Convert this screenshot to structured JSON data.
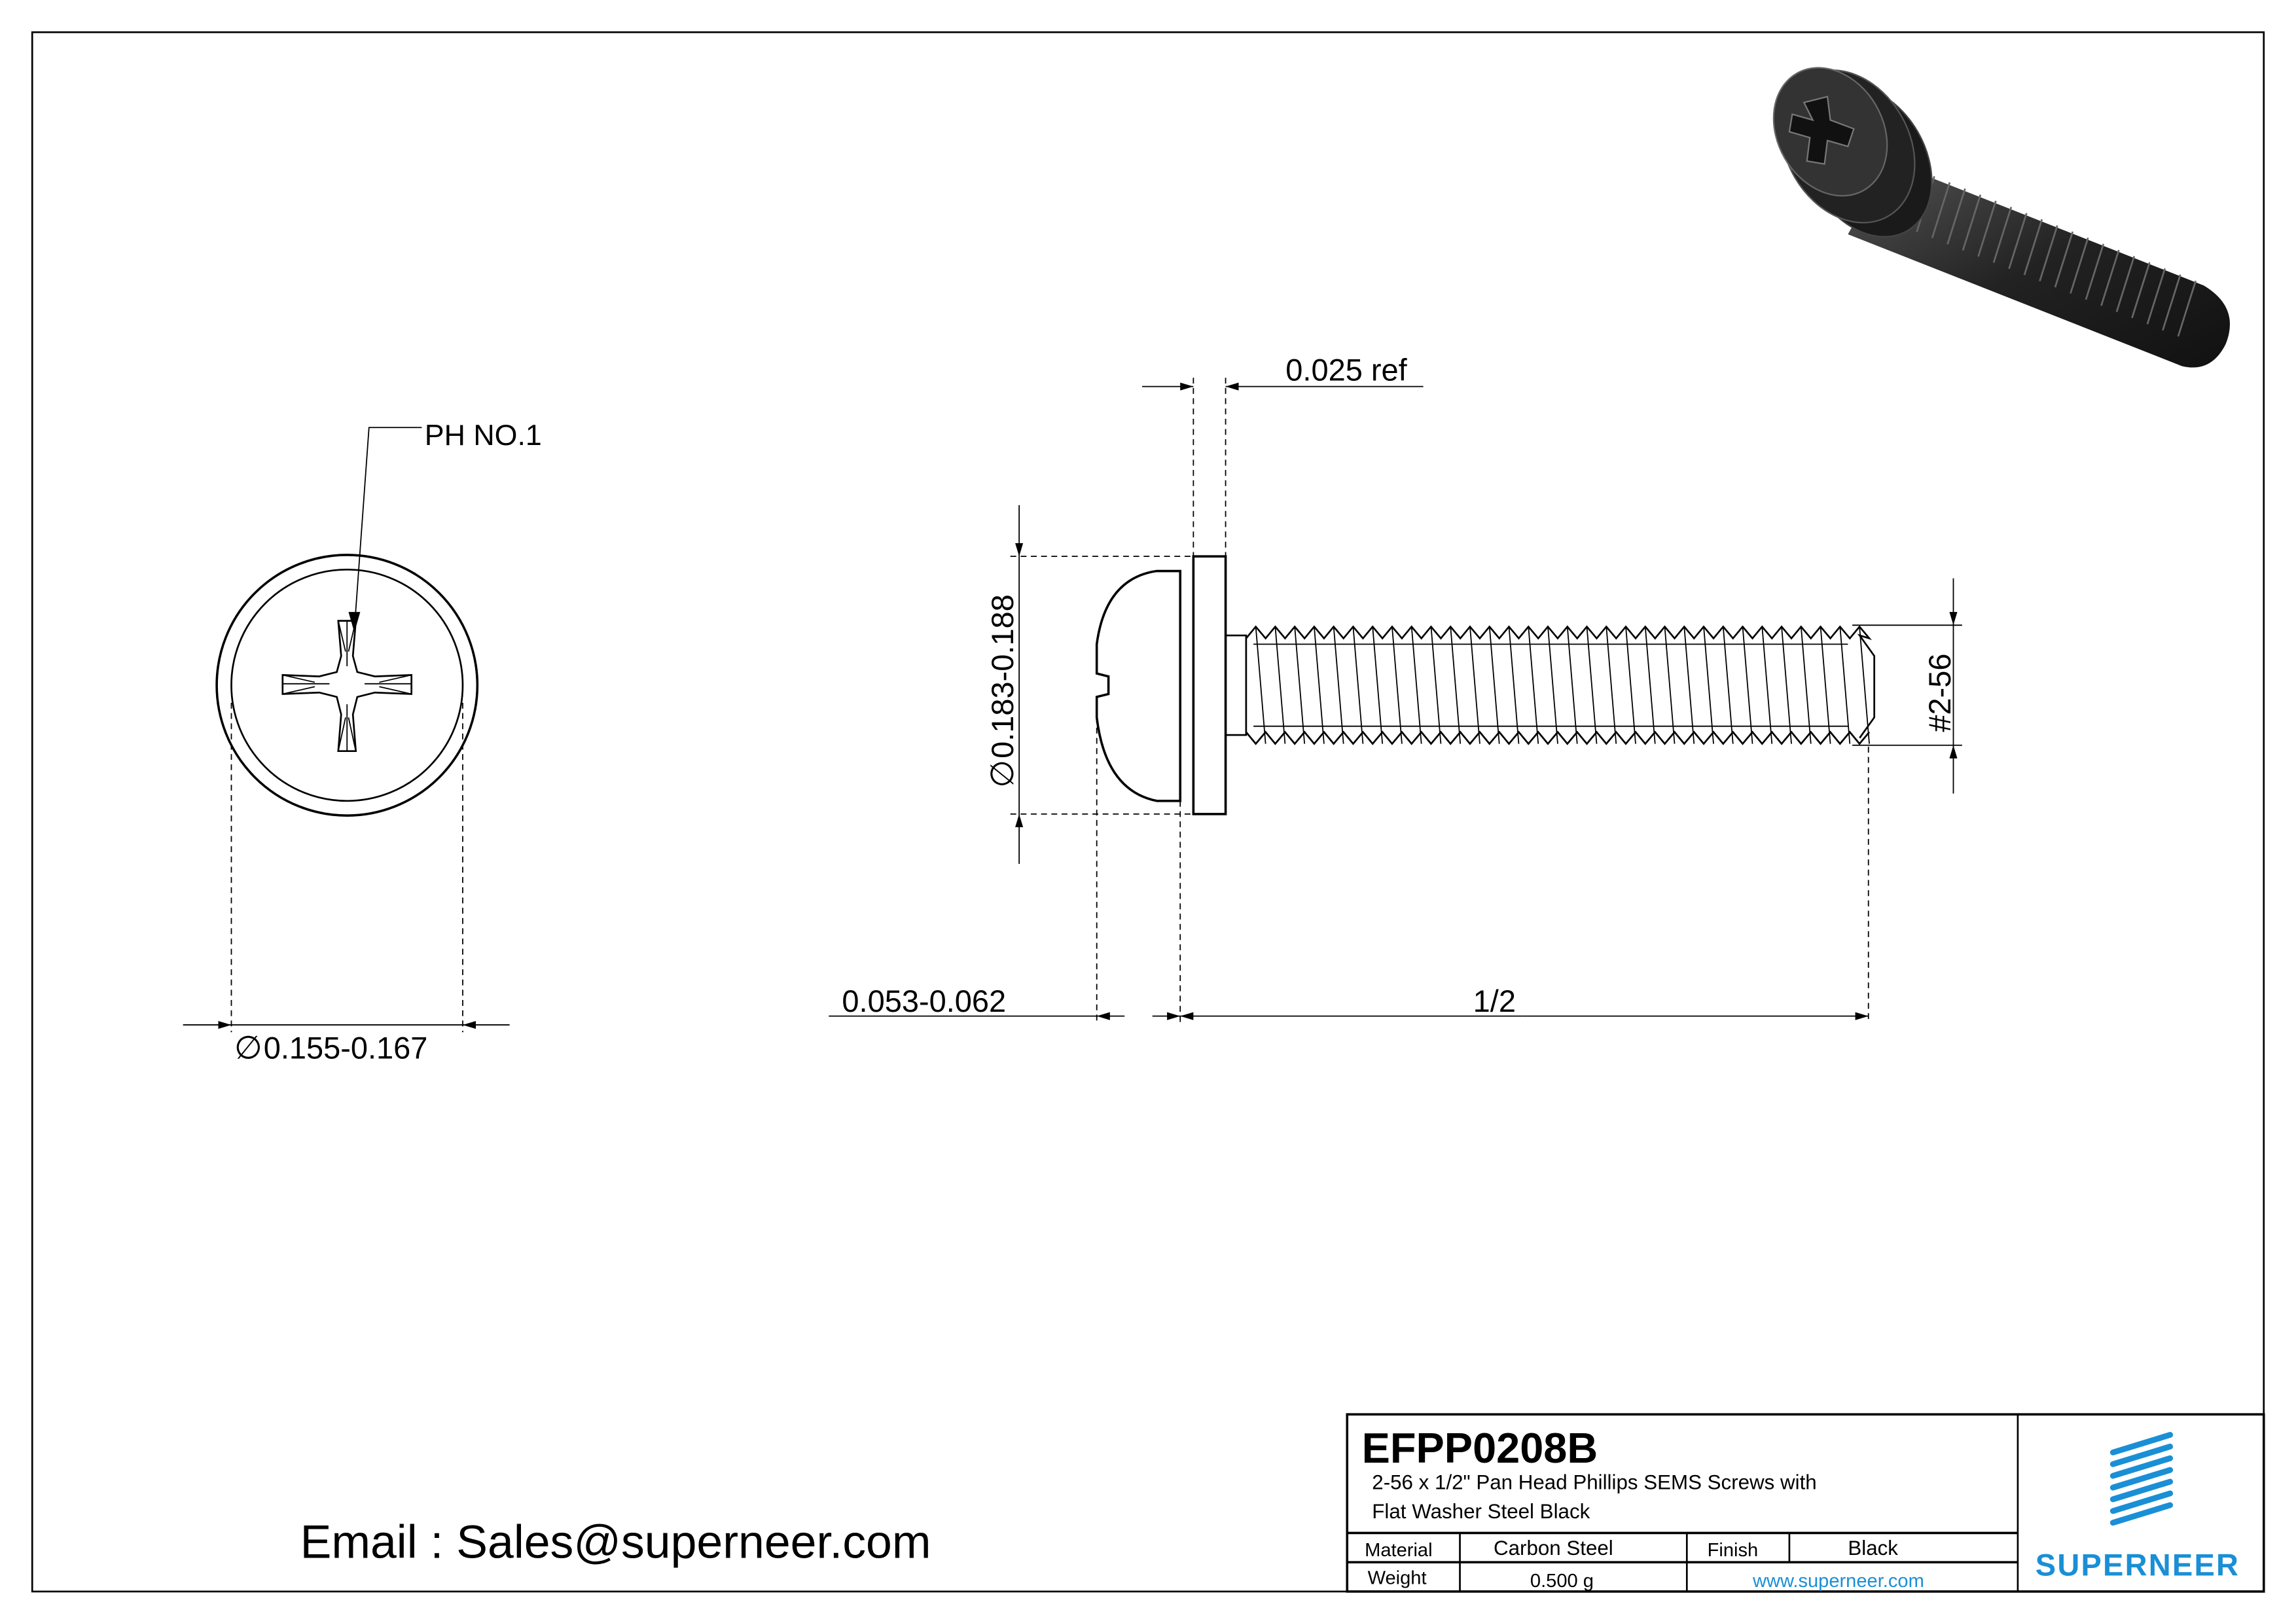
{
  "drawing": {
    "top_view": {
      "callout": "PH NO.1",
      "diameter_symbol": "∅",
      "head_diameter": "0.155-0.167"
    },
    "side_view": {
      "washer_thickness": "0.025 ref",
      "washer_diameter_symbol": "∅",
      "washer_diameter": "0.183-0.188",
      "thread_size": "#2-56",
      "head_height": "0.053-0.062",
      "length": "1/2"
    },
    "email": "Email : Sales@superneer.com"
  },
  "title_block": {
    "part_number": "EFPP0208B",
    "description_line1": "2-56 x 1/2\" Pan Head Phillips SEMS Screws with",
    "description_line2": "Flat Washer Steel Black",
    "material_label": "Material",
    "material_value": "Carbon Steel",
    "finish_label": "Finish",
    "finish_value": "Black",
    "weight_label": "Weight",
    "weight_value": "0.500 g",
    "website": "www.superneer.com",
    "brand": "SUPERNEER",
    "brand_color": "#1a8fd6"
  }
}
